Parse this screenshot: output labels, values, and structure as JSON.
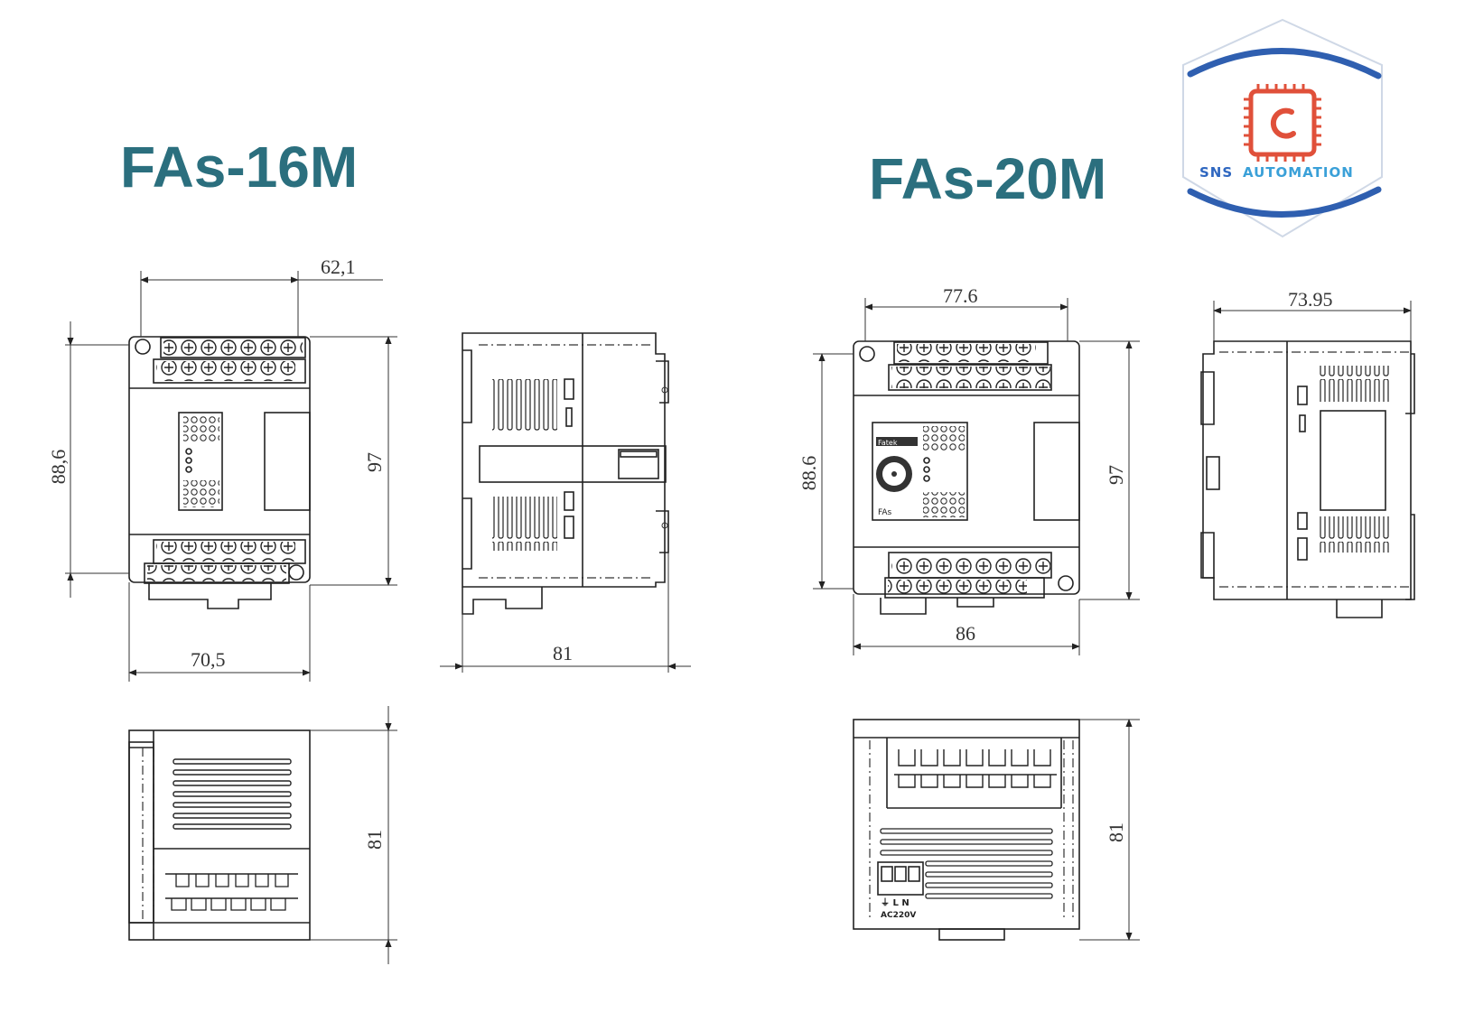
{
  "titles": {
    "left": "FAs-16M",
    "right": "FAs-20M"
  },
  "logo": {
    "brand_left": "SNS",
    "brand_right": "AUTOMATION",
    "colors": {
      "hexagon": "#2f5fb0",
      "chip": "#e0503a",
      "text_left": "#2f67c0",
      "text_right": "#3aa0d8"
    }
  },
  "dimensions_16m": {
    "front_top": "62,1",
    "front_left": "88,6",
    "front_right": "97",
    "front_bottom": "70,5",
    "side_bottom": "81",
    "bottom_right": "81"
  },
  "dimensions_20m": {
    "front_top": "77.6",
    "front_left": "88.6",
    "front_right": "97",
    "front_bottom": "86",
    "side_top": "73.95",
    "bottom_right": "81"
  },
  "panel_labels": {
    "brand_badge": "Fatek",
    "model_badge": "FAs",
    "power_label": "AC220V",
    "terminals": "⏚ L N"
  },
  "colors": {
    "title": "#2b6f7e",
    "lines": "#222222"
  }
}
